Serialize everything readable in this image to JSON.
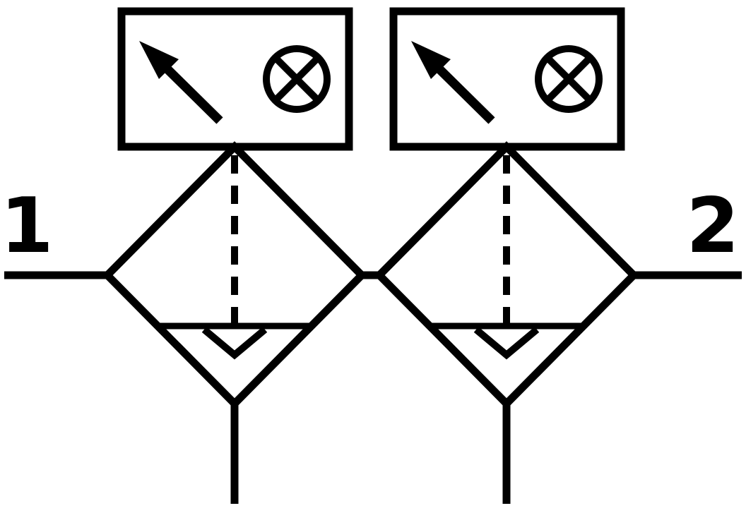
{
  "colors": {
    "line": "#000000",
    "background": "#ffffff"
  },
  "ports": {
    "port1": "1",
    "port2": "2"
  },
  "icons": {
    "arrow": "diagonal-arrow-icon",
    "crossed_circle": "crossed-circle-icon"
  },
  "units": [
    {
      "id": "filter-unit-1"
    },
    {
      "id": "filter-unit-2"
    }
  ]
}
